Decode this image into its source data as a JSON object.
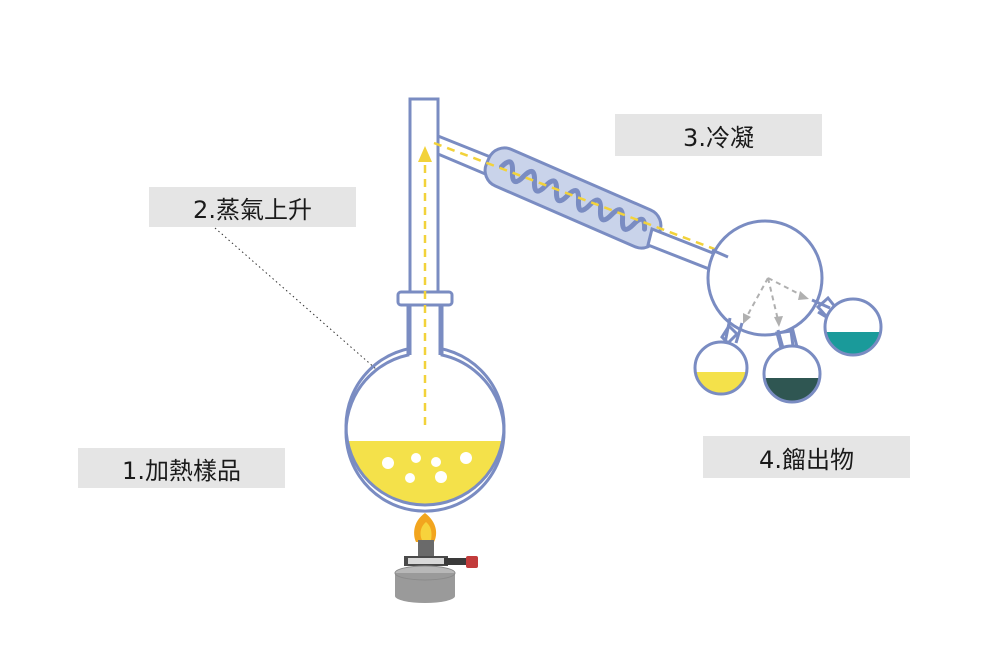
{
  "labels": {
    "heat": "1.加熱樣品",
    "vapor": "2.蒸氣上升",
    "condense": "3.冷凝",
    "distillates": "4.餾出物"
  },
  "colors": {
    "glass_outline": "#7a8cc2",
    "sample_yellow": "#f4e14a",
    "vapor_arrow": "#f2d23a",
    "condenser_fill": "#c9d3ea",
    "distillate_yellow": "#f4e14a",
    "distillate_dark": "#2f5652",
    "distillate_teal": "#1a9a9a",
    "label_bg": "#e5e5e5",
    "burner_gray": "#9a9a9a",
    "flame_orange": "#f2a51e",
    "flame_yellow": "#f7d33c"
  }
}
